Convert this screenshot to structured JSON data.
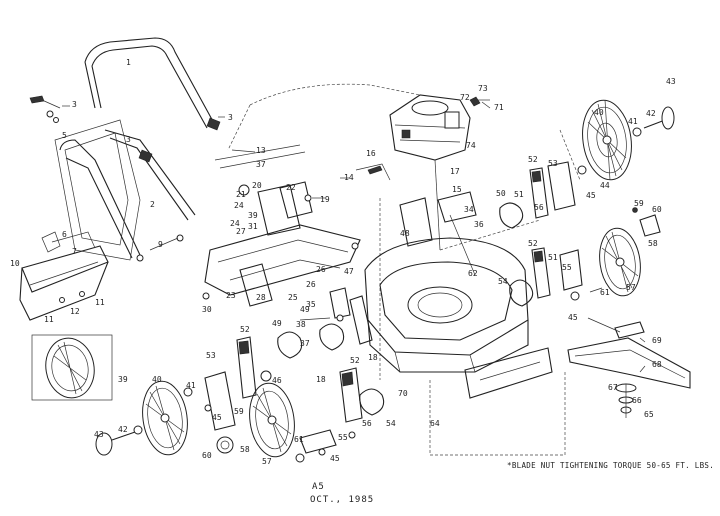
{
  "diagram": {
    "labels": [
      "1",
      "2",
      "3",
      "3",
      "3",
      "5",
      "6",
      "7",
      "9",
      "10",
      "11",
      "12",
      "11",
      "13",
      "14",
      "15",
      "16",
      "17",
      "18",
      "18",
      "19",
      "20",
      "21",
      "22",
      "23",
      "24",
      "24",
      "25",
      "26",
      "26",
      "27",
      "28",
      "30",
      "31",
      "34",
      "35",
      "36",
      "37",
      "37",
      "38",
      "39",
      "39",
      "40",
      "40",
      "41",
      "41",
      "42",
      "42",
      "43",
      "43",
      "44",
      "45",
      "45",
      "45",
      "45",
      "46",
      "47",
      "48",
      "49",
      "49",
      "50",
      "51",
      "51",
      "52",
      "52",
      "52",
      "52",
      "53",
      "53",
      "54",
      "54",
      "55",
      "55",
      "56",
      "56",
      "57",
      "57",
      "58",
      "58",
      "59",
      "59",
      "60",
      "60",
      "61",
      "61",
      "62",
      "64",
      "65",
      "66",
      "67",
      "68",
      "69",
      "70",
      "71",
      "72",
      "73",
      "74"
    ],
    "note": "*BLADE NUT TIGHTENING TORQUE 50-65 FT. LBS.",
    "footer_code": "A5",
    "footer_date": "OCT., 1985"
  }
}
